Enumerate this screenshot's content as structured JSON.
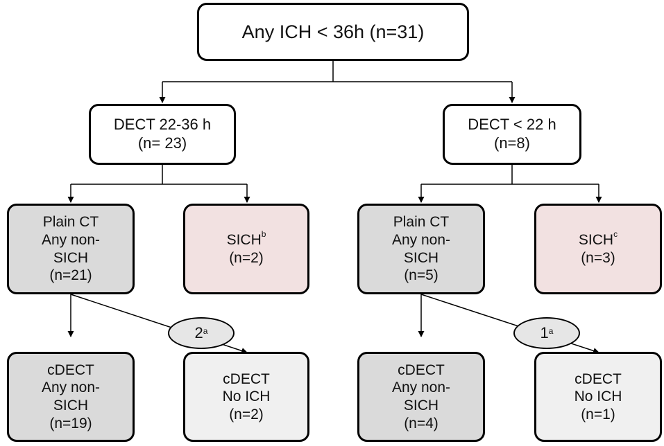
{
  "root": {
    "text": "Any ICH < 36h (n=31)"
  },
  "left_branch": {
    "line1": "DECT 22-36 h",
    "line2": "(n= 23)",
    "plain_ct": {
      "line1": "Plain CT",
      "line2": "Any non-",
      "line3": "SICH",
      "line4": "(n=21)"
    },
    "sich": {
      "label": "SICH",
      "sup": "b",
      "count": "(n=2)"
    },
    "badge": {
      "value": "2",
      "sup": "a"
    },
    "cdect_nonsich": {
      "line1": "cDECT",
      "line2": "Any non-",
      "line3": "SICH",
      "line4": "(n=19)"
    },
    "cdect_noich": {
      "line1": "cDECT",
      "line2": "No ICH",
      "line3": "(n=2)"
    }
  },
  "right_branch": {
    "line1": "DECT < 22 h",
    "line2": "(n=8)",
    "plain_ct": {
      "line1": "Plain CT",
      "line2": "Any non-",
      "line3": "SICH",
      "line4": "(n=5)"
    },
    "sich": {
      "label": "SICH",
      "sup": "c",
      "count": "(n=3)"
    },
    "badge": {
      "value": "1",
      "sup": "a"
    },
    "cdect_nonsich": {
      "line1": "cDECT",
      "line2": "Any non-",
      "line3": "SICH",
      "line4": "(n=4)"
    },
    "cdect_noich": {
      "line1": "cDECT",
      "line2": "No ICH",
      "line3": "(n=1)"
    }
  },
  "colors": {
    "plain_fill": "#dadada",
    "sich_fill": "#f2e1e1",
    "noich_fill": "#f0f0f0",
    "badge_fill": "#e6e6e6",
    "border": "#000000"
  }
}
